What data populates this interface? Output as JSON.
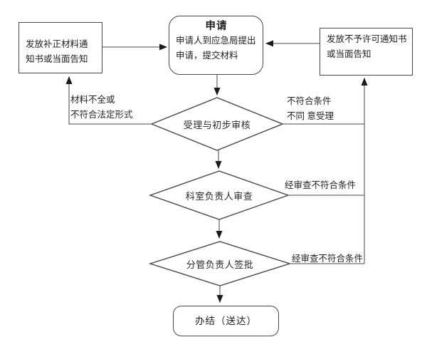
{
  "diagram": {
    "nodes": {
      "notice_supplement": {
        "text": "发放补正材料通知书或当面告知"
      },
      "apply": {
        "title": "申请",
        "body": "申请人到应急局提出申请，提交材料"
      },
      "notice_denial": {
        "text": "发放不予许可通知书或当面告知"
      },
      "review_initial": {
        "text": "受理与初步审核"
      },
      "review_section_chief": {
        "text": "科室负责人审查"
      },
      "approval_leader": {
        "text": "分管负责人签批"
      },
      "complete": {
        "text": "办结（送达）"
      }
    },
    "edge_labels": {
      "incomplete_materials": "材料不全或\n不符合法定形式",
      "not_qualified_refuse": "不符合条件\n不同 意受理",
      "fail_review_section": "经审查不符合条件",
      "fail_review_leader": "经审查不符合条件"
    },
    "colors": {
      "background": "#ffffff",
      "shape_border": "#474747",
      "connector": "#6e6e6e",
      "arrowhead": "#1a1a1a",
      "text": "#1e1e1e"
    }
  }
}
